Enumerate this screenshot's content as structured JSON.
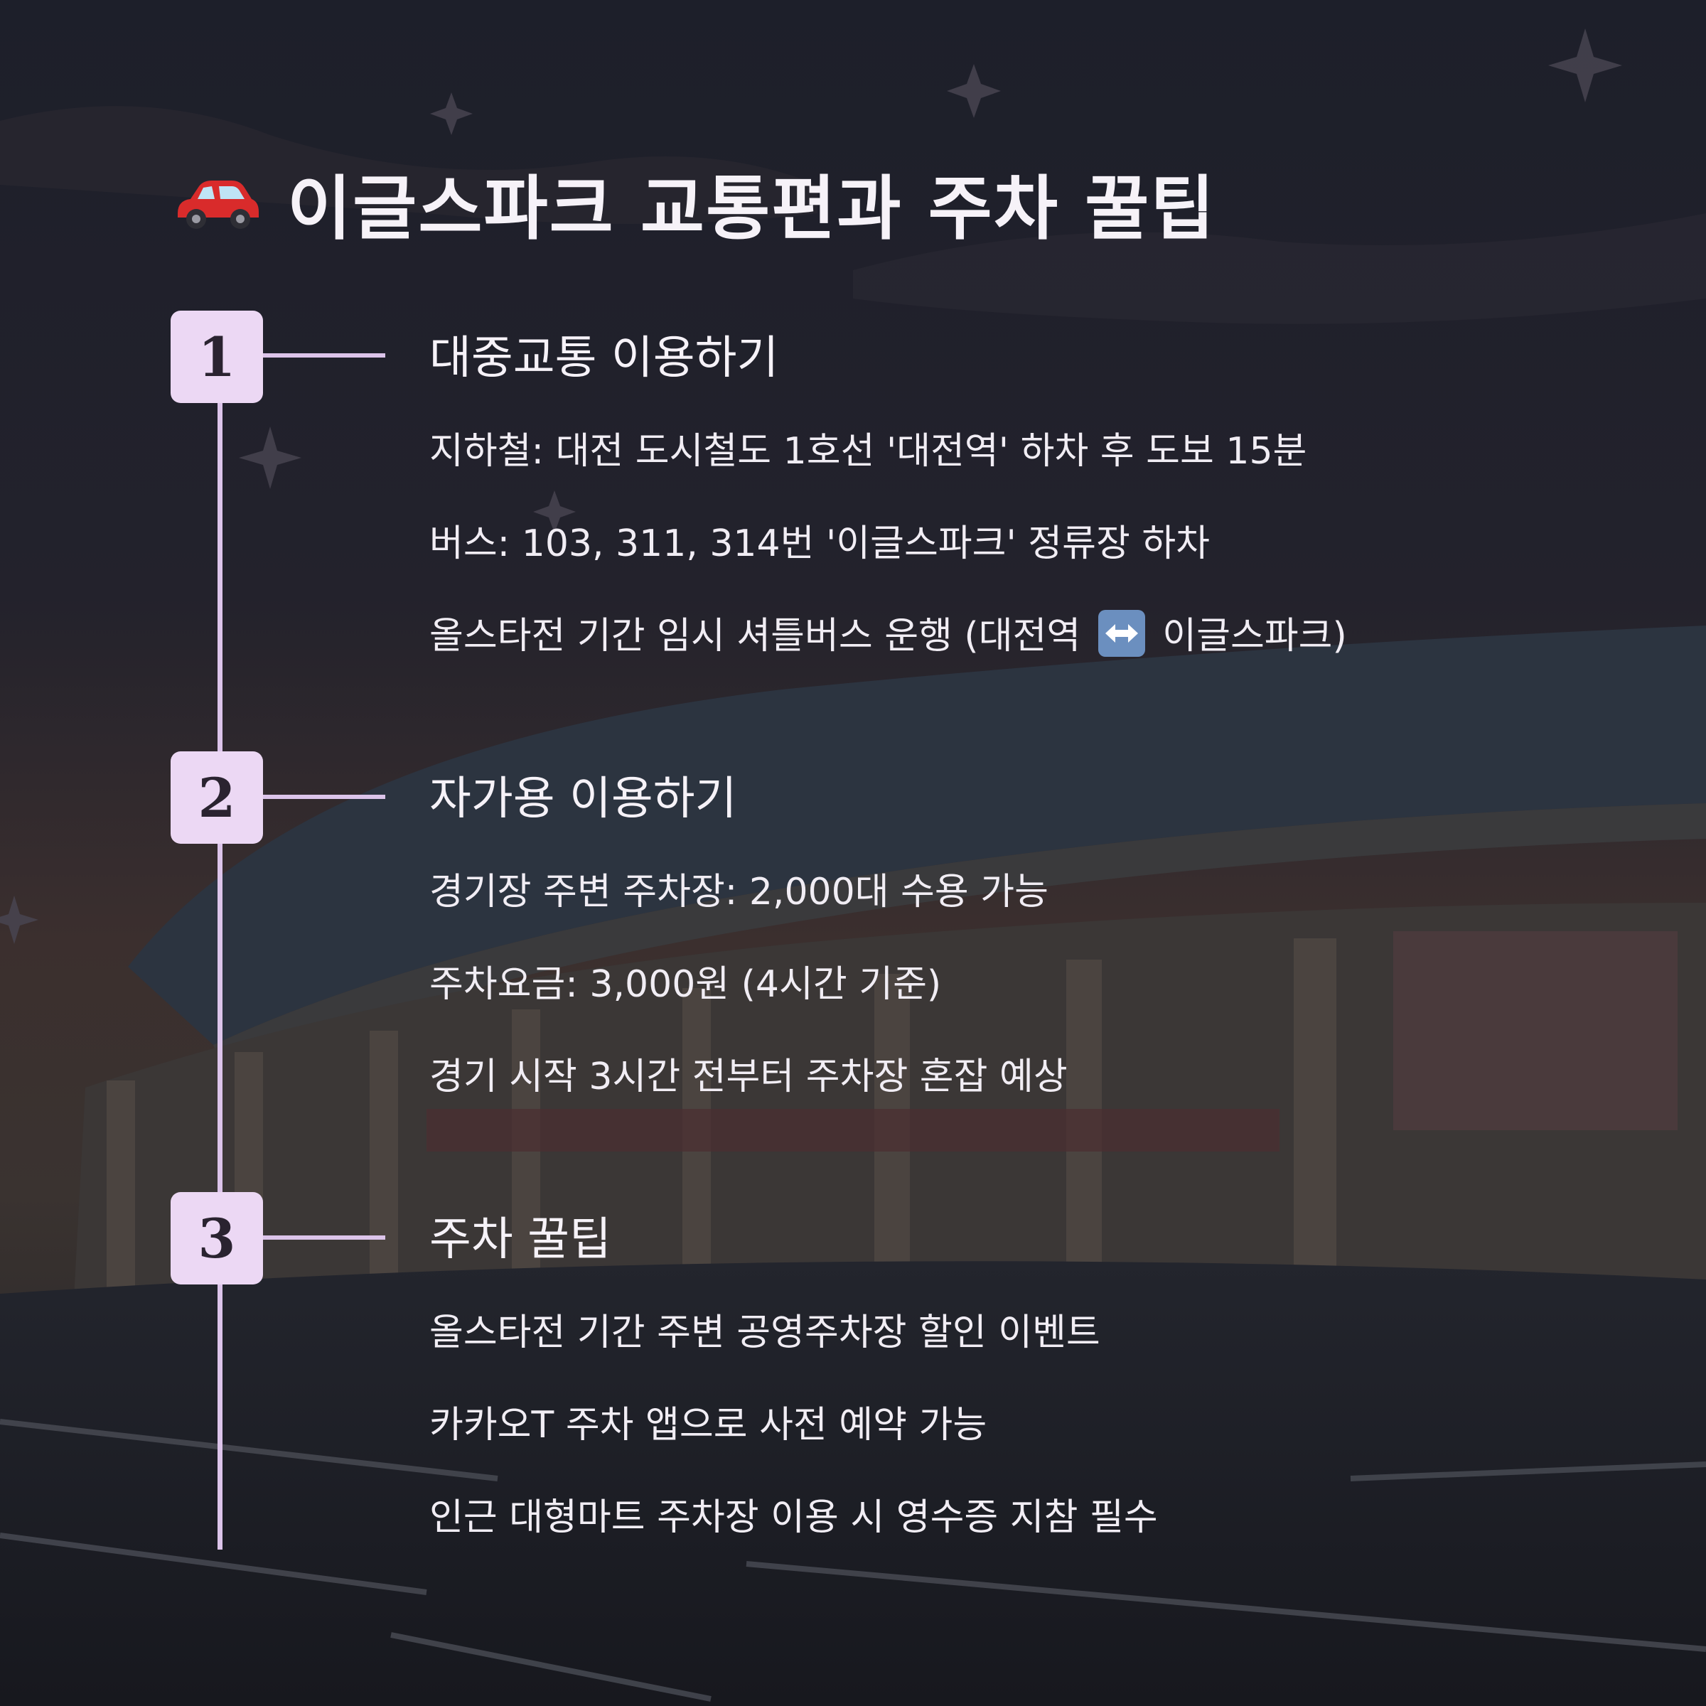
{
  "title": "이글스파크 교통편과 주차 꿀팁",
  "title_icon": "car-icon",
  "colors": {
    "accent": "#ecd8f4",
    "line": "#dcc4ea",
    "text": "#f6f2f8",
    "background": "#1b1d26"
  },
  "sections": [
    {
      "number": "1",
      "title": "대중교통 이용하기",
      "items": [
        "지하철: 대전 도시철도 1호선 '대전역' 하차 후 도보 15분",
        "버스: 103, 311, 314번 '이글스파크' 정류장 하차",
        {
          "before": "올스타전 기간 임시 셔틀버스 운행 (대전역",
          "icon": "left-right-arrow-icon",
          "after": "이글스파크)"
        }
      ]
    },
    {
      "number": "2",
      "title": "자가용 이용하기",
      "items": [
        "경기장 주변 주차장: 2,000대 수용 가능",
        "주차요금: 3,000원 (4시간 기준)",
        "경기 시작 3시간 전부터 주차장 혼잡 예상"
      ]
    },
    {
      "number": "3",
      "title": "주차 꿀팁",
      "items": [
        "올스타전 기간 주변 공영주차장 할인 이벤트",
        "카카오T 주차 앱으로 사전 예약 가능",
        "인근 대형마트 주차장 이용 시 영수증 지참 필수"
      ]
    }
  ]
}
